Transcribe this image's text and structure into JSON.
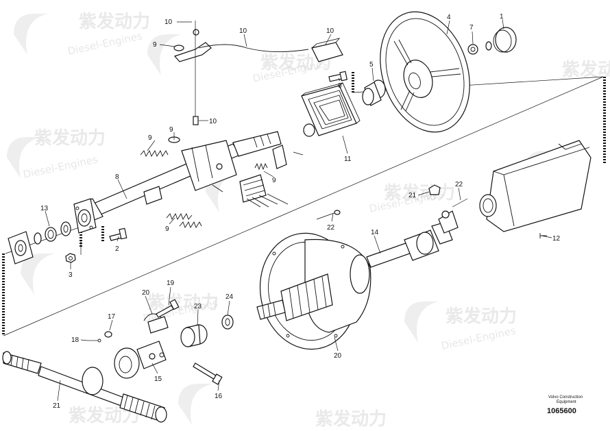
{
  "watermark": {
    "chinese": "紫发动力",
    "english": "Diesel-Engines"
  },
  "callouts": [
    {
      "id": "c1",
      "text": "1"
    },
    {
      "id": "c2",
      "text": "2"
    },
    {
      "id": "c3",
      "text": "3"
    },
    {
      "id": "c4",
      "text": "4"
    },
    {
      "id": "c5",
      "text": "5"
    },
    {
      "id": "c6",
      "text": "6"
    },
    {
      "id": "c7",
      "text": "7"
    },
    {
      "id": "c8",
      "text": "8"
    },
    {
      "id": "c9a",
      "text": "9"
    },
    {
      "id": "c9b",
      "text": "9"
    },
    {
      "id": "c9c",
      "text": "9"
    },
    {
      "id": "c9d",
      "text": "9"
    },
    {
      "id": "c9e",
      "text": "9"
    },
    {
      "id": "c10a",
      "text": "10"
    },
    {
      "id": "c10b",
      "text": "10"
    },
    {
      "id": "c10c",
      "text": "10"
    },
    {
      "id": "c10d",
      "text": "10"
    },
    {
      "id": "c11",
      "text": "11"
    },
    {
      "id": "c12",
      "text": "12"
    },
    {
      "id": "c13",
      "text": "13"
    },
    {
      "id": "c14",
      "text": "14"
    },
    {
      "id": "c15",
      "text": "15"
    },
    {
      "id": "c16",
      "text": "16"
    },
    {
      "id": "c17",
      "text": "17"
    },
    {
      "id": "c18",
      "text": "18"
    },
    {
      "id": "c19",
      "text": "19"
    },
    {
      "id": "c20a",
      "text": "20"
    },
    {
      "id": "c20b",
      "text": "20"
    },
    {
      "id": "c21a",
      "text": "21"
    },
    {
      "id": "c21b",
      "text": "21"
    },
    {
      "id": "c22a",
      "text": "22"
    },
    {
      "id": "c22b",
      "text": "22"
    },
    {
      "id": "c23",
      "text": "23"
    },
    {
      "id": "c24",
      "text": "24"
    }
  ],
  "footer": {
    "company": "Volvo Construction",
    "equipment": "Equipment",
    "drawing_number": "1065600"
  }
}
